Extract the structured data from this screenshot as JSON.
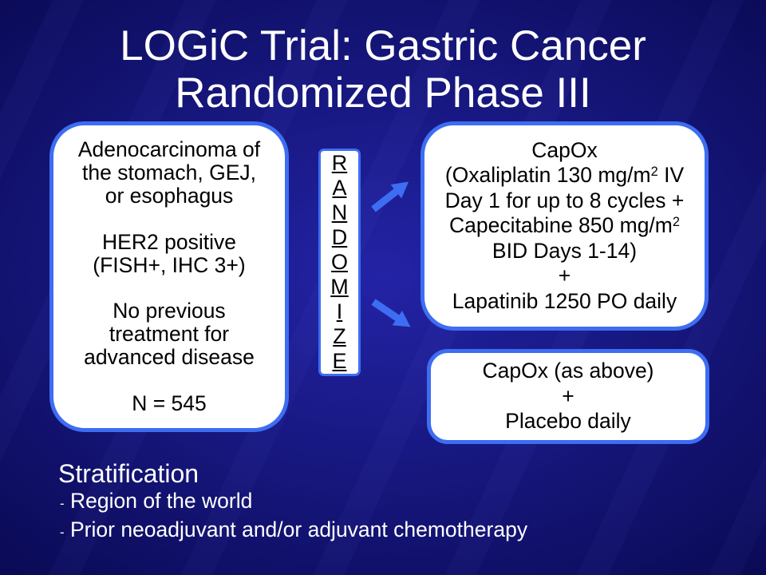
{
  "title": {
    "line1": "LOGiC Trial: Gastric Cancer",
    "line2": "Randomized Phase III"
  },
  "eligibility": {
    "histology": [
      "Adenocarcinoma of",
      "the stomach, GEJ,",
      "or esophagus"
    ],
    "her2": [
      "HER2 positive",
      "(FISH+, IHC 3+)"
    ],
    "prior_treatment": [
      "No previous",
      "treatment for",
      "advanced disease"
    ],
    "sample_size": "N = 545"
  },
  "randomize": {
    "letters": [
      "R",
      "A",
      "N",
      "D",
      "O",
      "M",
      "I",
      "Z",
      "E"
    ]
  },
  "lapatinib_arm": {
    "lines": [
      {
        "text": "CapOx"
      },
      {
        "text": "(Oxaliplatin 130 mg/m",
        "sup": "2",
        "after": " IV"
      },
      {
        "text": "Day 1 for up to 8 cycles +"
      },
      {
        "text": "Capecitabine 850 mg/m",
        "sup": "2"
      },
      {
        "text": "BID Days 1-14)"
      },
      {
        "text": "+"
      },
      {
        "text": "Lapatinib 1250 PO daily"
      }
    ]
  },
  "placebo_arm": {
    "lines": [
      "CapOx (as above)",
      "+",
      "Placebo daily"
    ]
  },
  "stratification": {
    "heading": "Stratification",
    "bullet": "-",
    "items": [
      "Region of the world",
      "Prior neoadjuvant and/or adjuvant chemotherapy"
    ]
  },
  "icons": {
    "arrow_to_lapatinib_arm": "arrow-up-right-icon",
    "arrow_to_placebo_arm": "arrow-down-right-icon"
  },
  "colors": {
    "background_center": "#2323a6",
    "background_edge": "#08084f",
    "box_border": "#3d6df2",
    "arrow": "#3d6df2",
    "box_fill": "#ffffff",
    "box_text": "#000000",
    "slide_text": "#ffffff"
  }
}
